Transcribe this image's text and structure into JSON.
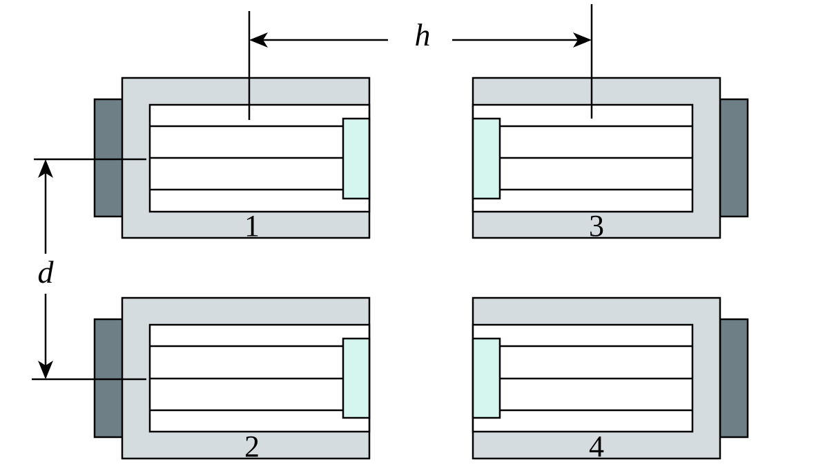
{
  "labels": {
    "horizontal_distance": "h",
    "vertical_distance": "d"
  },
  "units": [
    {
      "number": "1"
    },
    {
      "number": "2"
    },
    {
      "number": "3"
    },
    {
      "number": "4"
    }
  ],
  "colors": {
    "frame": "#d5dcdf",
    "back_plate": "#6e7f86",
    "face_plate": "#d5f5ef",
    "line": "#000000"
  }
}
